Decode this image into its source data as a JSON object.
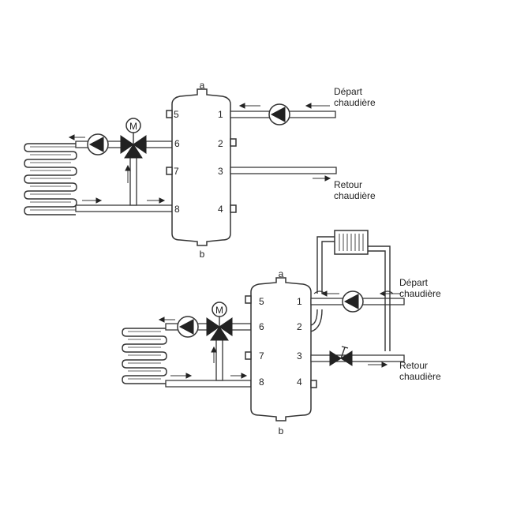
{
  "diagram1": {
    "top_label": "a",
    "bottom_label": "b",
    "ports": [
      "1",
      "2",
      "3",
      "4",
      "5",
      "6",
      "7",
      "8"
    ],
    "motor_label": "M",
    "depart_line1": "Départ",
    "depart_line2": "chaudière",
    "retour_line1": "Retour",
    "retour_line2": "chaudière"
  },
  "diagram2": {
    "top_label": "a",
    "bottom_label": "b",
    "ports": [
      "1",
      "2",
      "3",
      "4",
      "5",
      "6",
      "7",
      "8"
    ],
    "motor_label": "M",
    "depart_line1": "Départ",
    "depart_line2": "chaudière",
    "retour_line1": "Retour",
    "retour_line2": "chaudière"
  },
  "colors": {
    "line": "#333333",
    "background": "#ffffff"
  }
}
